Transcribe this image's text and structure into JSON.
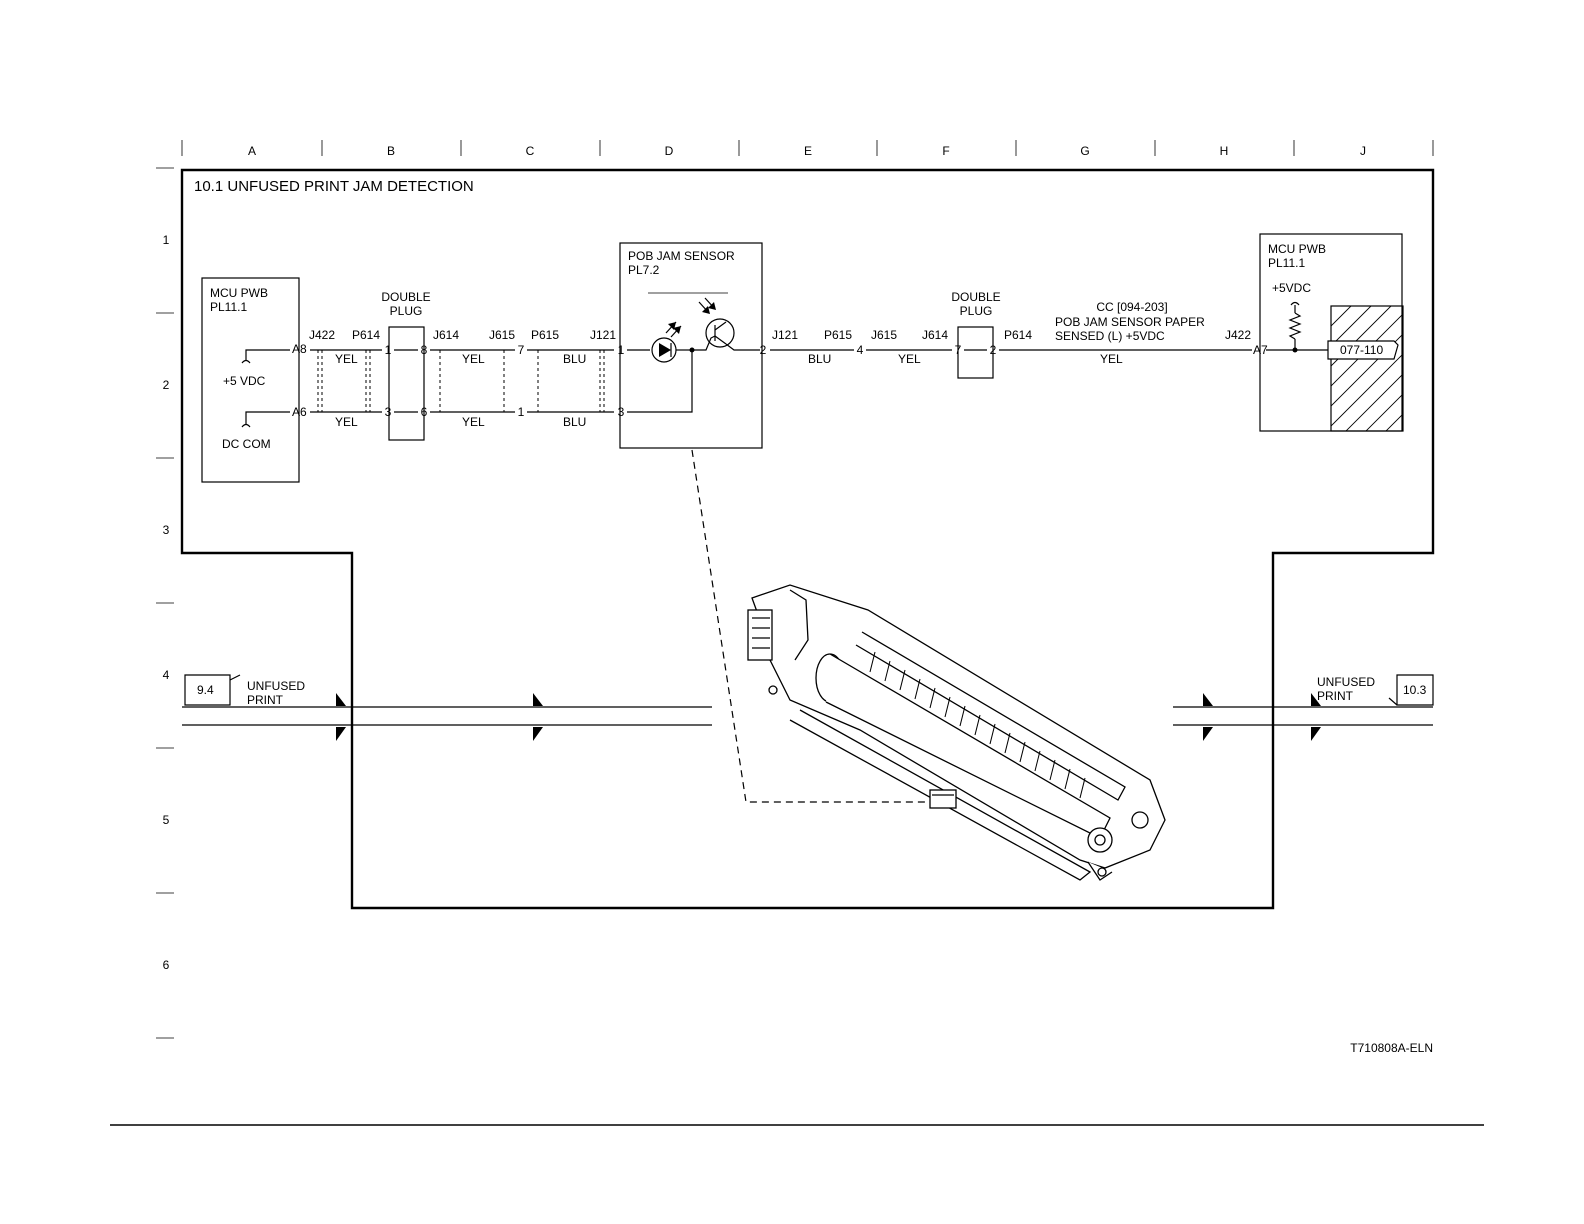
{
  "title": "10.1 UNFUSED PRINT JAM DETECTION",
  "figure_id": "T710808A-ELN",
  "grid": {
    "columns": [
      "A",
      "B",
      "C",
      "D",
      "E",
      "F",
      "G",
      "H",
      "J"
    ],
    "rows": [
      "1",
      "2",
      "3",
      "4",
      "5",
      "6"
    ]
  },
  "mcu_left": {
    "name": "MCU PWB",
    "pl": "PL11.1",
    "pin_top": "A8",
    "pin_bottom": "A6",
    "v5": "+5 VDC",
    "dccom": "DC COM"
  },
  "plug1": {
    "name1": "DOUBLE",
    "name2": "PLUG",
    "j422": "J422",
    "p614": "P614",
    "j614": "J614",
    "p1": "1",
    "p8": "8",
    "p3": "3",
    "p6": "6"
  },
  "plug2": {
    "j615": "J615",
    "p615": "P615",
    "j121": "J121",
    "p7": "7",
    "p1": "1",
    "q1": "1",
    "q3": "3"
  },
  "sensor": {
    "name": "POB JAM SENSOR",
    "pl": "PL7.2",
    "pin_out": "2"
  },
  "plug3": {
    "name1": "DOUBLE",
    "name2": "PLUG",
    "j121": "J121",
    "p615": "P615",
    "p4": "4",
    "j615": "J615",
    "j614": "J614",
    "p7": "7",
    "p2": "2",
    "p614": "P614"
  },
  "signal": {
    "cc": "CC [094-203]",
    "line1": "POB JAM SENSOR PAPER",
    "line2": "SENSED (L) +5VDC",
    "j422": "J422",
    "pin": "A7"
  },
  "mcu_right": {
    "name": "MCU PWB",
    "pl": "PL11.1",
    "v5": "+5VDC",
    "ref": "077-110"
  },
  "wires": {
    "yel": "YEL",
    "blu": "BLU"
  },
  "flow": {
    "left_ref": "9.4",
    "right_ref": "10.3",
    "label1": "UNFUSED",
    "label2": "PRINT"
  }
}
